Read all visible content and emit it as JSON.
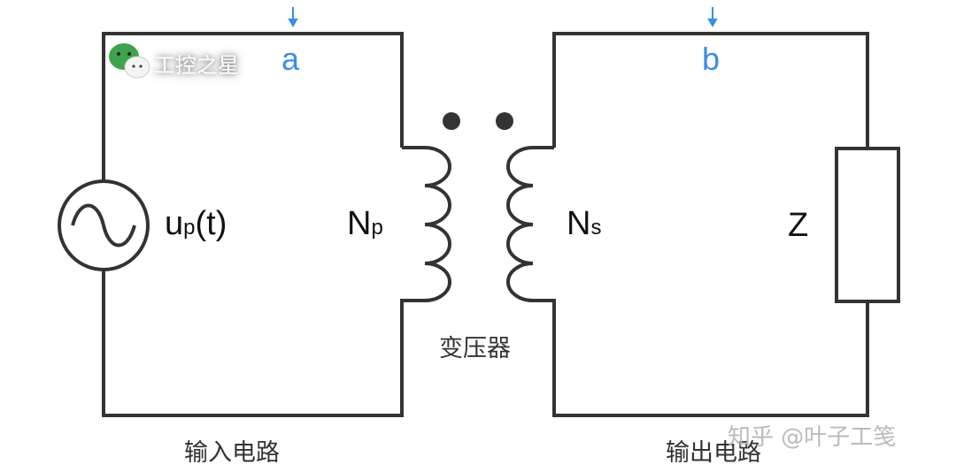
{
  "labels": {
    "node_a": "a",
    "node_b": "b",
    "source": "up(t)",
    "source_main": "u",
    "source_sub": "p",
    "source_tail": "(t)",
    "primary_main": "N",
    "primary_sub": "p",
    "secondary_main": "N",
    "secondary_sub": "s",
    "load": "Z",
    "transformer": "变压器",
    "input_circuit": "输入电路",
    "output_circuit": "输出电路"
  },
  "watermarks": {
    "logo_text": "工控之星",
    "footer": "知乎 @叶子工笺"
  },
  "colors": {
    "wire": "#333333",
    "accent": "#3a8ee6",
    "logo_green": "#3fa34d"
  }
}
